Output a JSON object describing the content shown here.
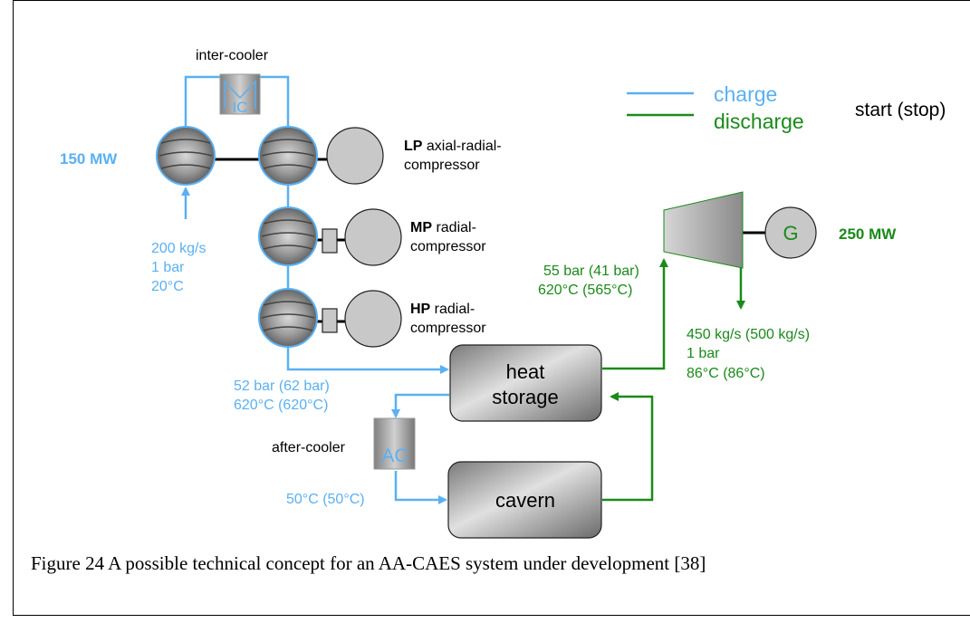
{
  "colors": {
    "charge": "#5ab0f2",
    "discharge": "#1a8a1a",
    "text": "#000000"
  },
  "legend": {
    "charge": "charge",
    "discharge": "discharge",
    "start_stop": "start (stop)"
  },
  "intercooler": {
    "label": "inter-cooler",
    "symbol": "IC"
  },
  "aftercooler": {
    "label": "after-cooler",
    "symbol": "AC"
  },
  "compressor_power": "150 MW",
  "generator": {
    "symbol": "G",
    "power": "250 MW"
  },
  "lp": {
    "bold": "LP",
    "line1": " axial-radial-",
    "line2": "compressor"
  },
  "mp": {
    "bold": "MP",
    "line1": " radial-",
    "line2": "compressor"
  },
  "hp": {
    "bold": "HP",
    "line1": " radial-",
    "line2": "compressor"
  },
  "inlet": {
    "flow": "200 kg/s",
    "pressure": "1 bar",
    "temp": "20°C"
  },
  "hp_out": {
    "pressure": "52 bar (62 bar)",
    "temp": "620°C (620°C)"
  },
  "after_out": {
    "temp": "50°C (50°C)"
  },
  "turbine_in": {
    "pressure": "55 bar (41 bar)",
    "temp": "620°C (565°C)"
  },
  "exhaust": {
    "flow": "450 kg/s (500 kg/s)",
    "pressure": "1 bar",
    "temp": "86°C (86°C)"
  },
  "heat_storage": {
    "line1": "heat",
    "line2": "storage"
  },
  "cavern": "cavern",
  "caption": "Figure 24 A possible technical concept for an AA-CAES system under development [38]"
}
